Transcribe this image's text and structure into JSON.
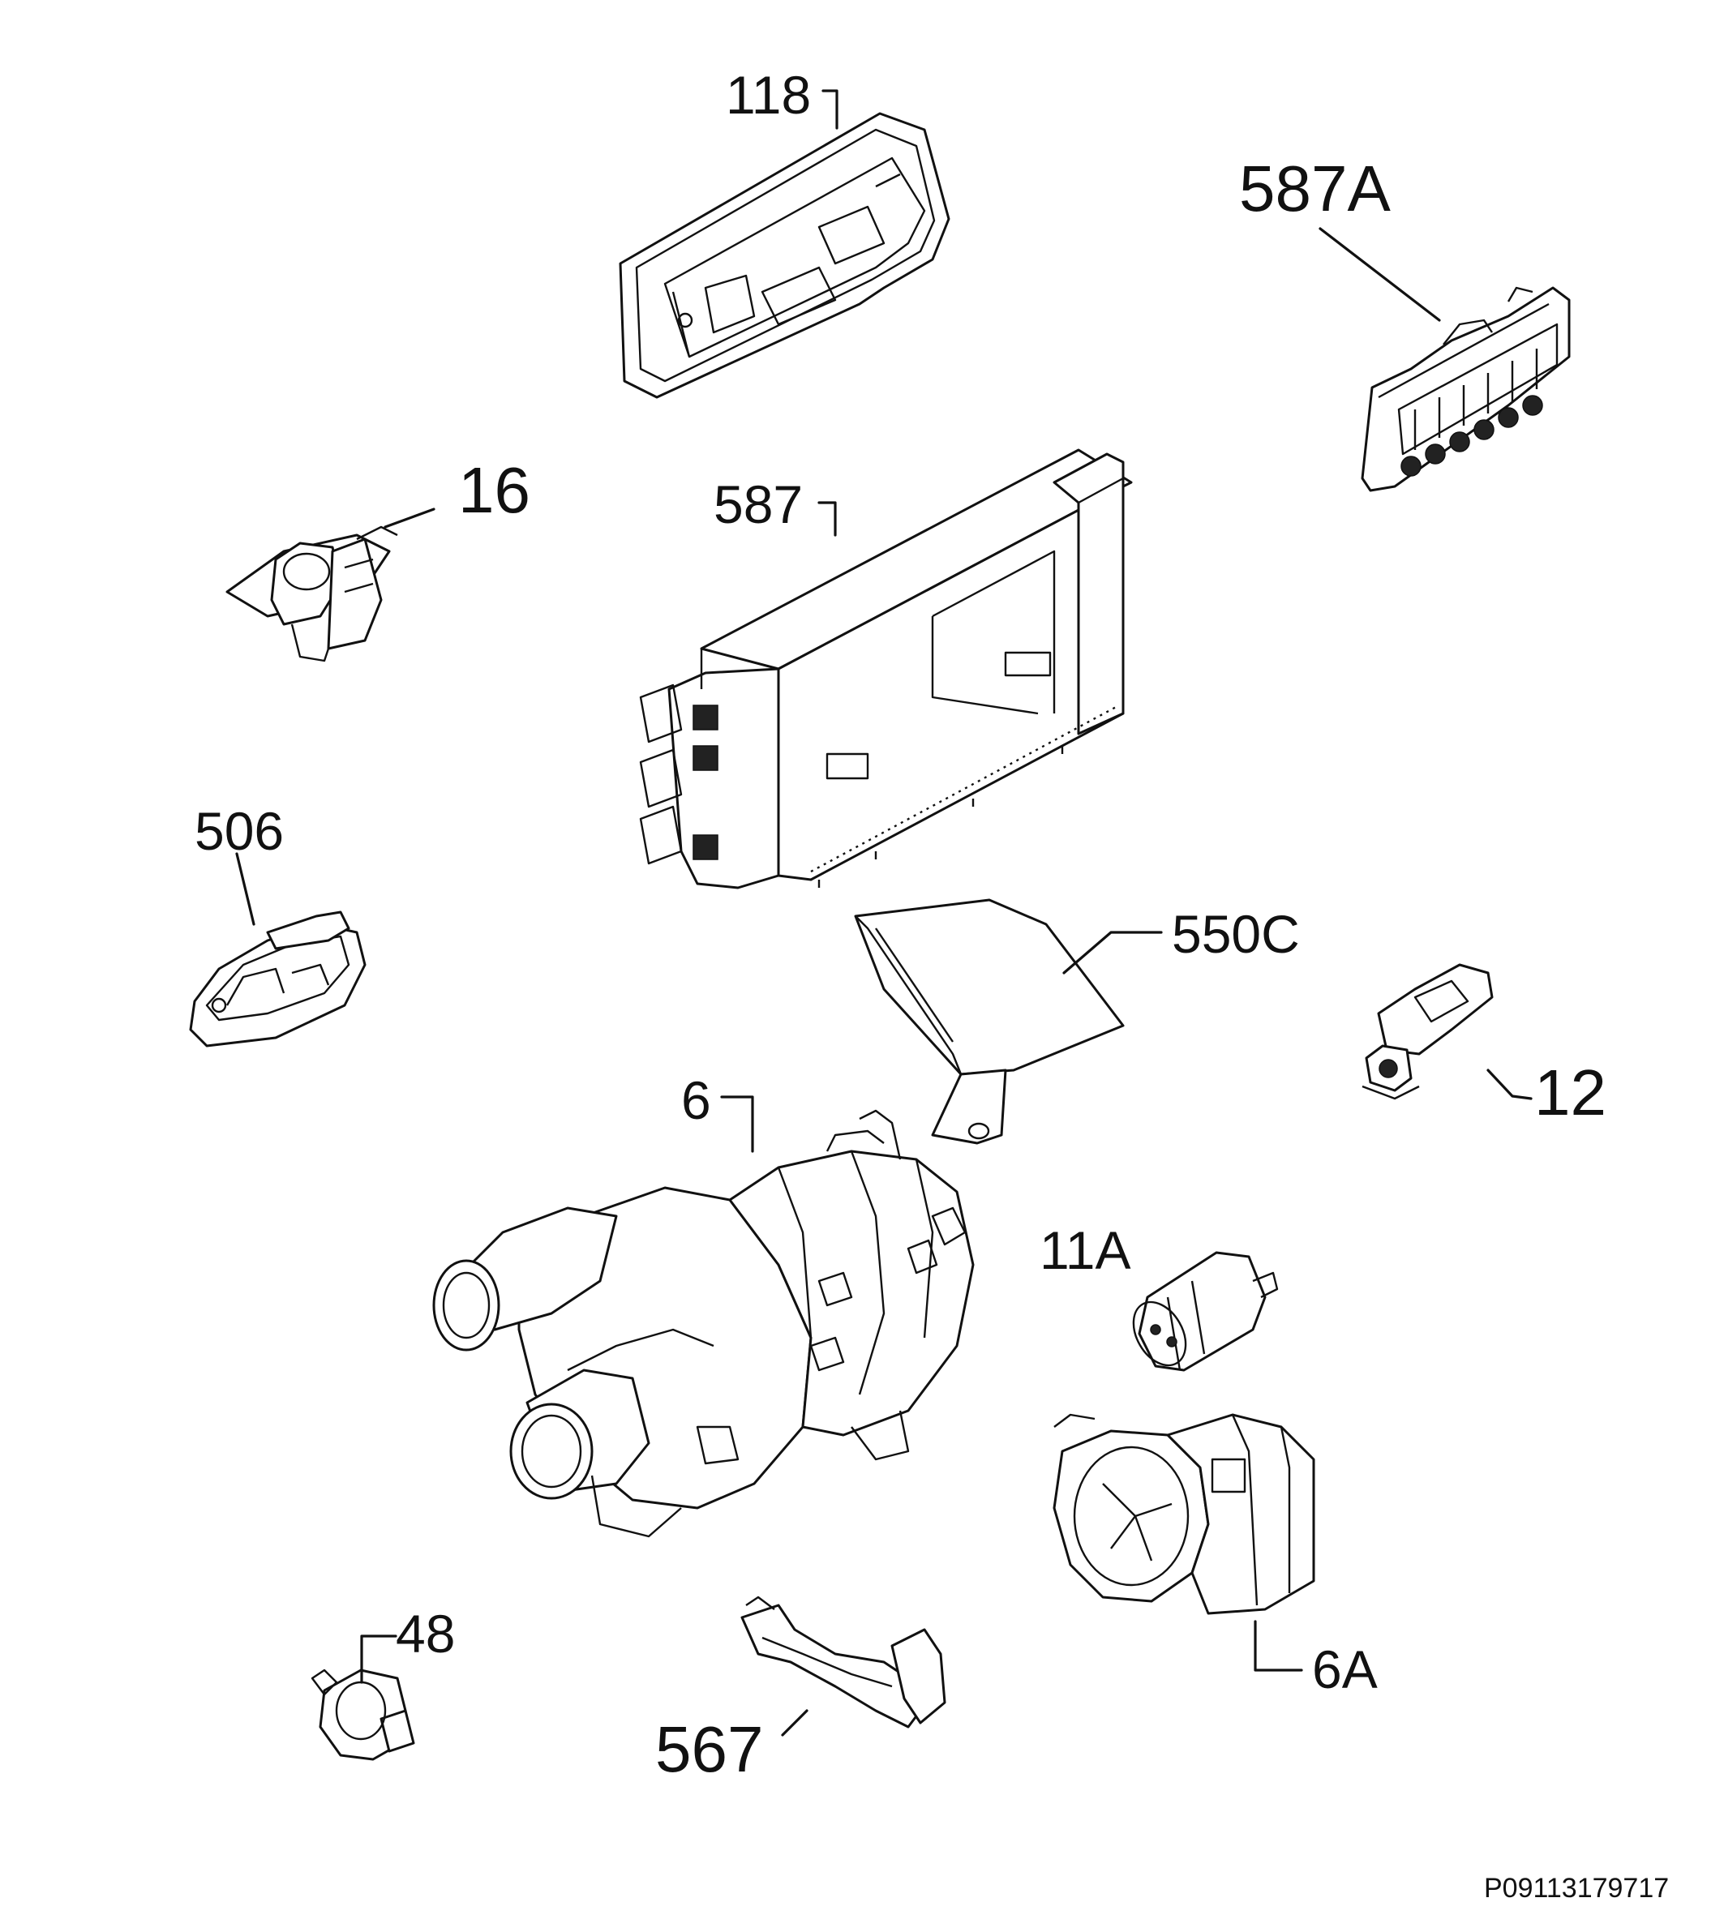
{
  "diagram": {
    "drawing_code": "P09113179717",
    "callouts": {
      "c118": "118",
      "c587A": "587A",
      "c16": "16",
      "c587": "587",
      "c506": "506",
      "c550C": "550C",
      "c12": "12",
      "c6": "6",
      "c11A": "11A",
      "c48": "48",
      "c567": "567",
      "c6A": "6A"
    }
  }
}
